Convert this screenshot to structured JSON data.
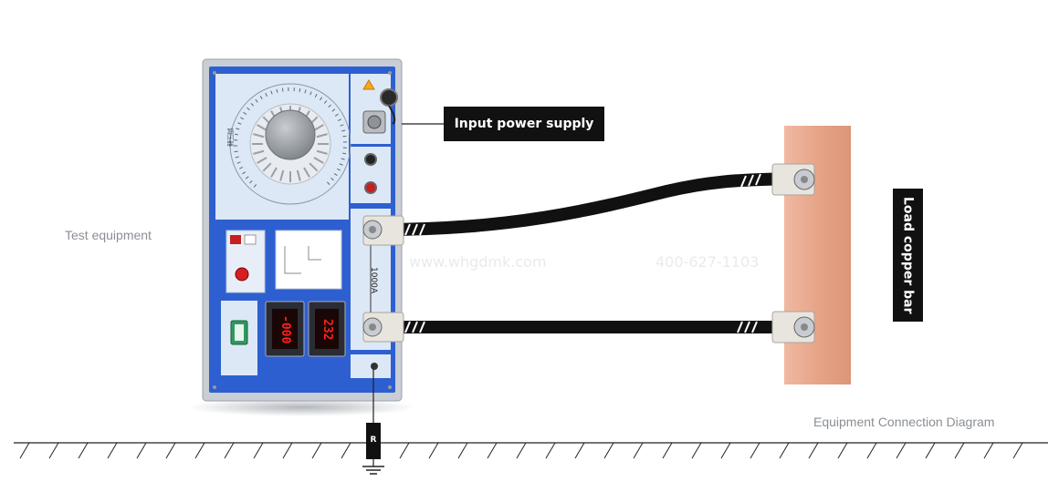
{
  "labels": {
    "test_equipment": "Test equipment",
    "input_power_supply": "Input power supply",
    "load_copper_bar": "Load copper bar",
    "connection_diagram": "Equipment Connection Diagram",
    "resistor": "R",
    "current_rating": "1000A"
  },
  "watermark": {
    "website": "www.whgdmk.com",
    "phone": "400-627-1103"
  },
  "displays": {
    "left_readout": "-000",
    "right_readout": "232"
  },
  "colors": {
    "panel_blue": "#2d5fd0",
    "panel_face": "#dde8f6",
    "copper": "#e6a488",
    "cable": "#111111",
    "led_red": "#ff2020",
    "button_red": "#d81f1f"
  }
}
